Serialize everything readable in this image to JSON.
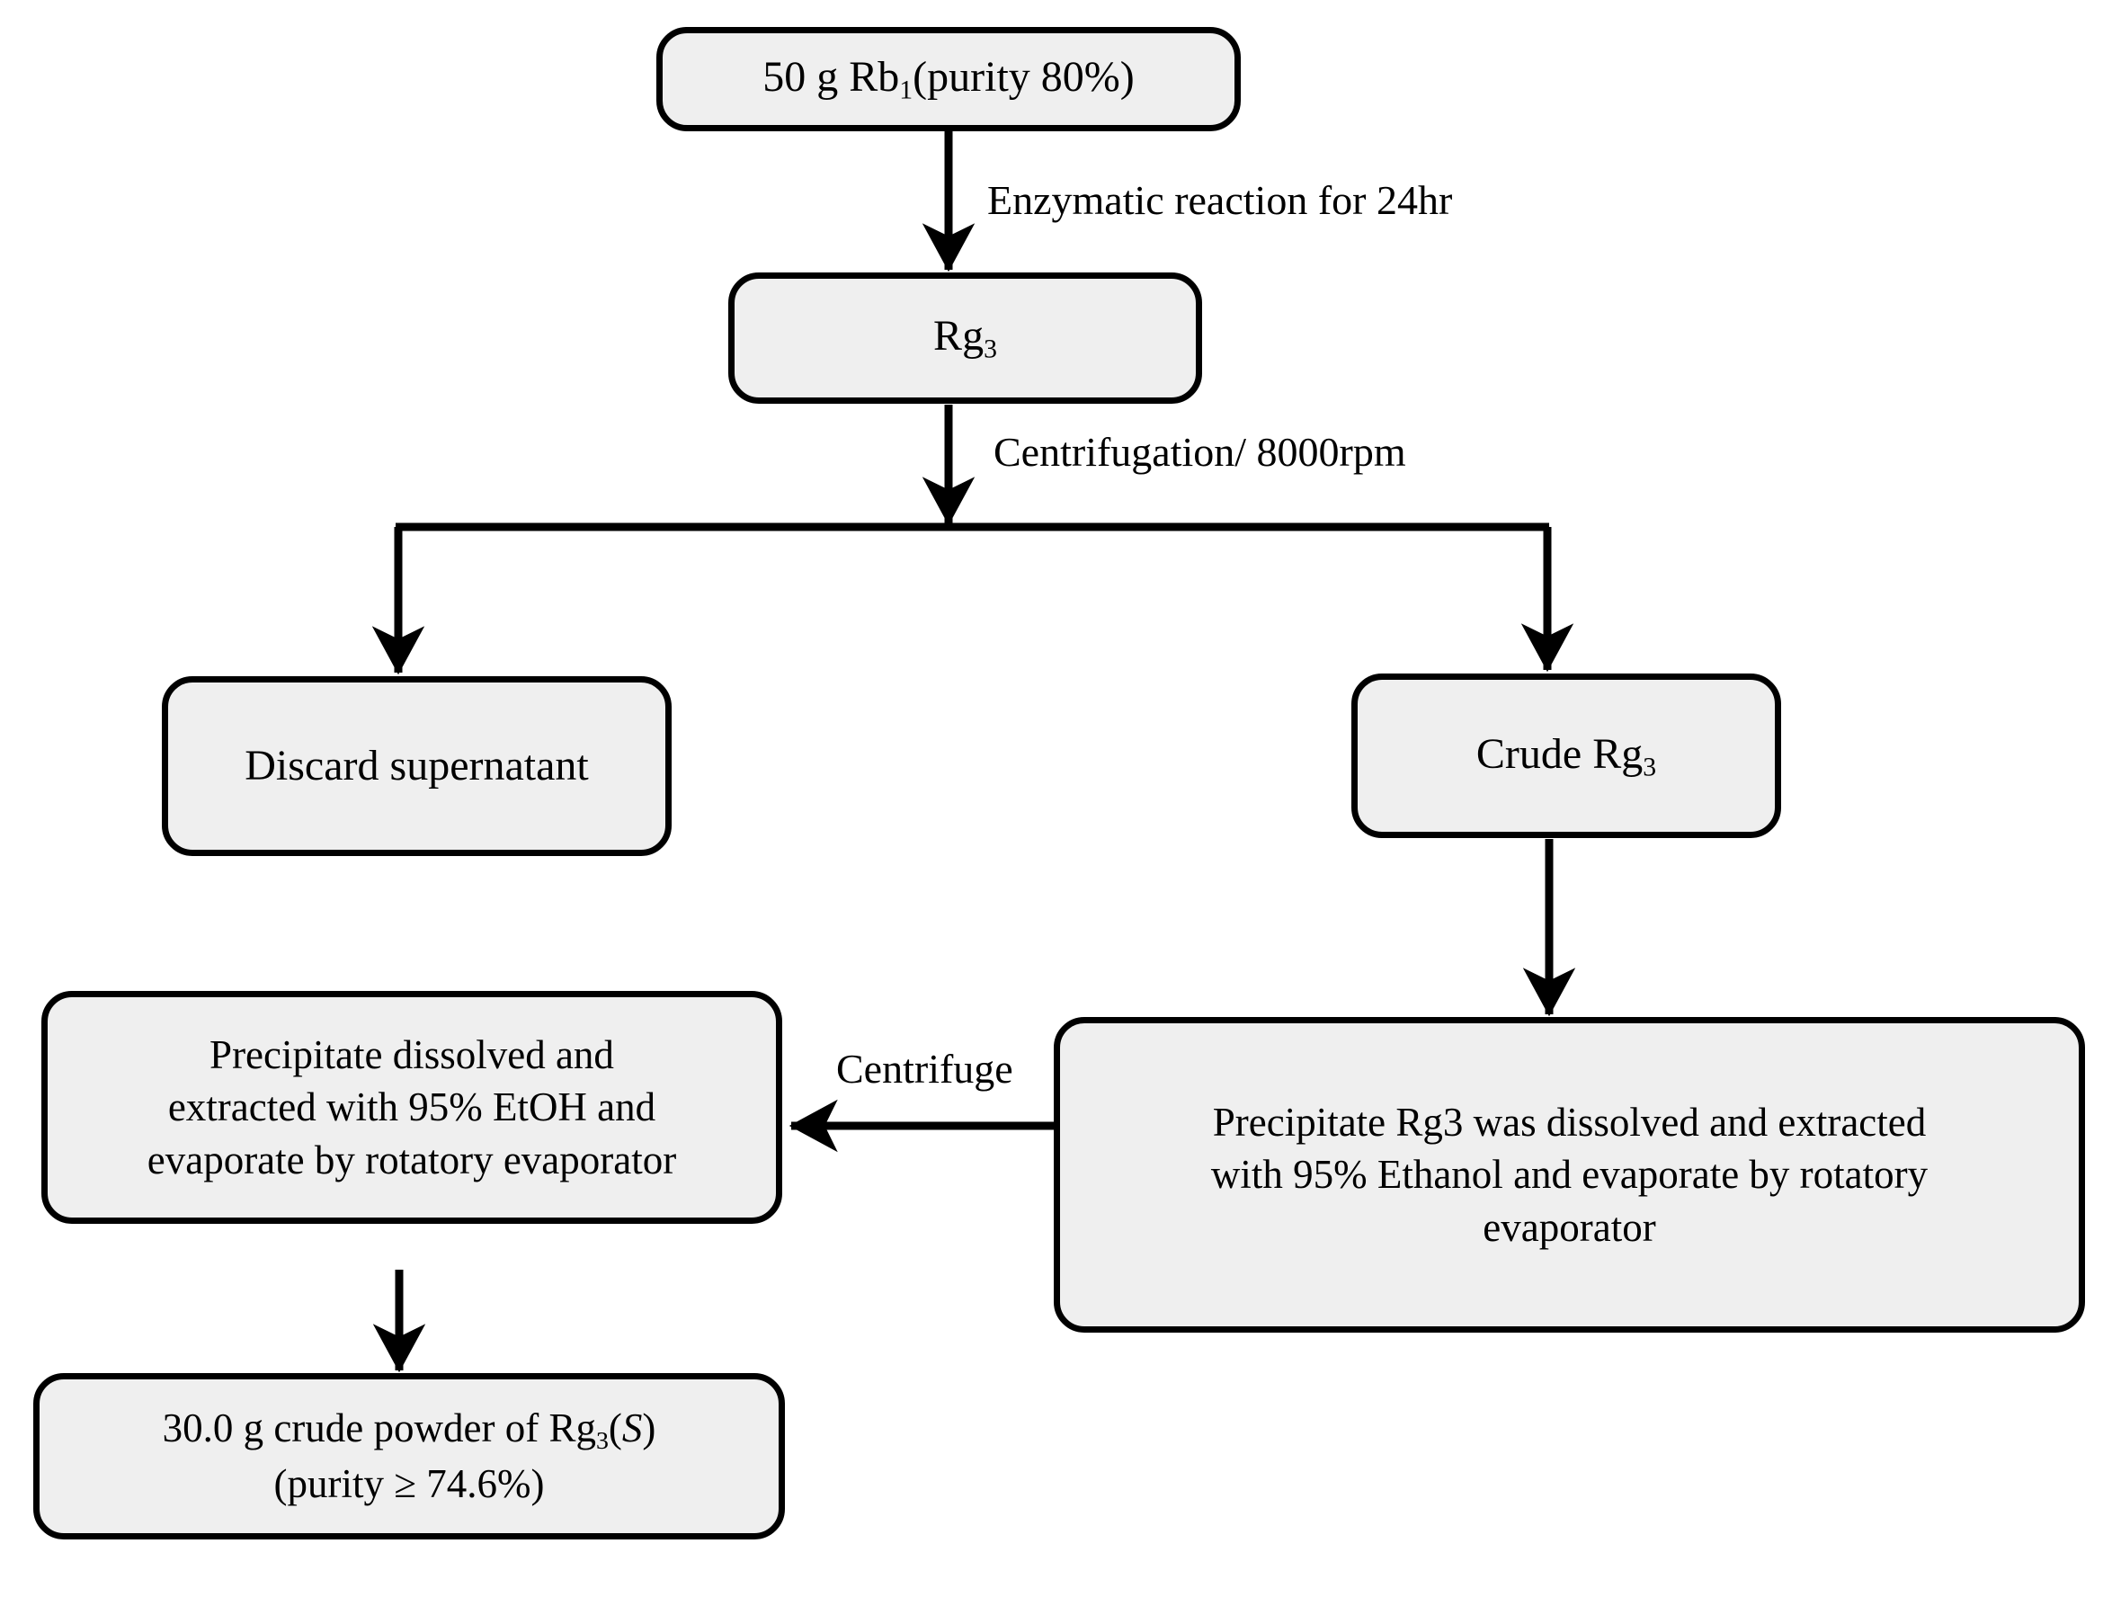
{
  "diagram": {
    "title": "Rg3 preparation flowchart",
    "style": {
      "node_fill": "#efefef",
      "node_stroke": "#000000",
      "background": "#ffffff",
      "text_color": "#000000"
    },
    "nodes": {
      "start": {
        "label": "50 g Rb",
        "sub": "1",
        "label_tail": "(purity 80%)"
      },
      "rg3": {
        "label": "Rg",
        "sub": "3",
        "label_tail": ""
      },
      "discard": {
        "label": "Discard supernatant"
      },
      "crude": {
        "label": "Crude Rg",
        "sub": "3",
        "label_tail": ""
      },
      "precipitate_left": {
        "line1": "Precipitate dissolved and",
        "line2": "extracted with 95% EtOH and",
        "line3": "evaporate by rotatory evaporator"
      },
      "precipitate_right": {
        "line1": "Precipitate Rg3 was dissolved and extracted",
        "line2": "with 95% Ethanol and evaporate by rotatory",
        "line3": "evaporator"
      },
      "final": {
        "line1_a": "30.0 g crude powder of Rg",
        "line1_sub": "3",
        "line1_b": "(",
        "line1_italic": "S",
        "line1_c": ")",
        "line2": "(purity ≥ 74.6%)"
      }
    },
    "edges": {
      "enzymatic": {
        "label": "Enzymatic reaction for 24hr"
      },
      "centrifugation": {
        "label": "Centrifugation/ 8000rpm"
      },
      "centrifuge": {
        "label": "Centrifuge"
      },
      "split": {
        "label": ""
      }
    }
  }
}
